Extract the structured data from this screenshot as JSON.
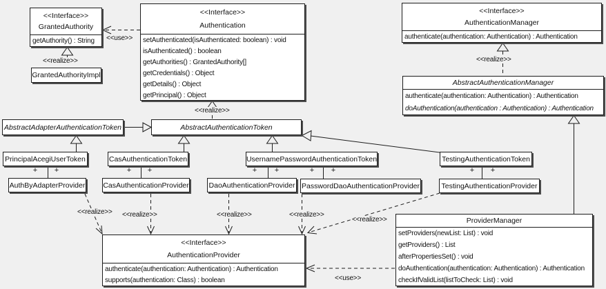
{
  "colors": {
    "background": "#f0f0f0",
    "box_fill": "#ffffff",
    "box_border": "#1c1c1c",
    "line": "#1c1c1c"
  },
  "multiplicity_marker": "+",
  "classes": [
    {
      "id": "granted-authority",
      "stereotype": "<<Interface>>",
      "name": "GrantedAuthority",
      "abstract": false,
      "methods": [
        "getAuthority() : String"
      ]
    },
    {
      "id": "authentication",
      "stereotype": "<<Interface>>",
      "name": "Authentication",
      "abstract": false,
      "methods": [
        "setAuthenticated(isAuthenticated: boolean) : void",
        "isAuthenticated() : boolean",
        "getAuthorities() : GrantedAuthority[]",
        "getCredentials() : Object",
        "getDetails() : Object",
        "getPrincipal() : Object"
      ]
    },
    {
      "id": "authentication-manager",
      "stereotype": "<<Interface>>",
      "name": "AuthenticationManager",
      "abstract": false,
      "methods": [
        "authenticate(authentication: Authentication) : Authentication"
      ]
    },
    {
      "id": "granted-authority-impl",
      "name": "GrantedAuthorityImpl",
      "abstract": false,
      "methods": []
    },
    {
      "id": "abstract-authentication-manager",
      "name": "AbstractAuthenticationManager",
      "abstract": true,
      "methods": [
        "authenticate(authentication: Authentication) : Authentication",
        "doAuthentication(authentication : Authentication) : Authentication"
      ],
      "italic_methods": [
        1
      ]
    },
    {
      "id": "abstract-adapter-authentication-token",
      "name": "AbstractAdapterAuthenticationToken",
      "abstract": true,
      "methods": []
    },
    {
      "id": "abstract-authentication-token",
      "name": "AbstractAuthenticationToken",
      "abstract": true,
      "methods": []
    },
    {
      "id": "principal-acegi-user-token",
      "name": "PrincipalAcegiUserToken",
      "abstract": false,
      "methods": []
    },
    {
      "id": "cas-authentication-token",
      "name": "CasAuthenticationToken",
      "abstract": false,
      "methods": []
    },
    {
      "id": "username-password-authentication-token",
      "name": "UsernamePasswordAuthenticationToken",
      "abstract": false,
      "methods": []
    },
    {
      "id": "testing-authentication-token",
      "name": "TestingAuthenticationToken",
      "abstract": false,
      "methods": []
    },
    {
      "id": "auth-by-adapter-provider",
      "name": "AuthByAdapterProvider",
      "abstract": false,
      "methods": []
    },
    {
      "id": "cas-authentication-provider",
      "name": "CasAuthenticationProvider",
      "abstract": false,
      "methods": []
    },
    {
      "id": "dao-authentication-provider",
      "name": "DaoAuthenticationProvider",
      "abstract": false,
      "methods": []
    },
    {
      "id": "password-dao-authentication-provider",
      "name": "PasswordDaoAuthenticationProvider",
      "abstract": false,
      "methods": []
    },
    {
      "id": "testing-authentication-provider",
      "name": "TestingAuthenticationProvider",
      "abstract": false,
      "methods": []
    },
    {
      "id": "authentication-provider",
      "stereotype": "<<Interface>>",
      "name": "AuthenticationProvider",
      "abstract": false,
      "methods": [
        "authenticate(authentication: Authentication) : Authentication",
        "supports(authentication: Class) : boolean"
      ]
    },
    {
      "id": "provider-manager",
      "name": "ProviderManager",
      "abstract": false,
      "methods": [
        "setProviders(newList: List) : void",
        "getProviders() : List",
        "afterPropertiesSet() : void",
        "doAuthentication(authentication: Authentication) : Authentication",
        "checkIfValidList(listToCheck: List) : void"
      ]
    }
  ],
  "edge_labels": [
    {
      "id": "use-granted-authority",
      "text": "<<use>>"
    },
    {
      "id": "realize-granted-authority",
      "text": "<<realize>>"
    },
    {
      "id": "realize-authentication",
      "text": "<<realize>>"
    },
    {
      "id": "realize-authentication-manager",
      "text": "<<realize>>"
    },
    {
      "id": "realize-auth-by-adapter",
      "text": "<<realize>>"
    },
    {
      "id": "realize-cas-provider",
      "text": "<<realize>>"
    },
    {
      "id": "realize-dao-provider",
      "text": "<<realize>>"
    },
    {
      "id": "realize-password-dao-provider",
      "text": "<<realize>>"
    },
    {
      "id": "realize-testing-provider",
      "text": "<<realize>>"
    },
    {
      "id": "use-authentication-provider",
      "text": "<<use>>"
    }
  ],
  "relationships": [
    {
      "from": "Authentication",
      "to": "GrantedAuthority",
      "type": "use"
    },
    {
      "from": "GrantedAuthorityImpl",
      "to": "GrantedAuthority",
      "type": "realize"
    },
    {
      "from": "AbstractAuthenticationToken",
      "to": "Authentication",
      "type": "realize"
    },
    {
      "from": "AbstractAuthenticationManager",
      "to": "AuthenticationManager",
      "type": "realize"
    },
    {
      "from": "AbstractAdapterAuthenticationToken",
      "to": "AbstractAuthenticationToken",
      "type": "generalization"
    },
    {
      "from": "PrincipalAcegiUserToken",
      "to": "AbstractAdapterAuthenticationToken",
      "type": "generalization"
    },
    {
      "from": "CasAuthenticationToken",
      "to": "AbstractAuthenticationToken",
      "type": "generalization"
    },
    {
      "from": "UsernamePasswordAuthenticationToken",
      "to": "AbstractAuthenticationToken",
      "type": "generalization"
    },
    {
      "from": "TestingAuthenticationToken",
      "to": "AbstractAuthenticationToken",
      "type": "generalization"
    },
    {
      "from": "ProviderManager",
      "to": "AbstractAuthenticationManager",
      "type": "generalization"
    },
    {
      "from": "PrincipalAcegiUserToken",
      "to": "AuthByAdapterProvider",
      "type": "association"
    },
    {
      "from": "CasAuthenticationToken",
      "to": "CasAuthenticationProvider",
      "type": "association"
    },
    {
      "from": "UsernamePasswordAuthenticationToken",
      "to": "DaoAuthenticationProvider",
      "type": "association"
    },
    {
      "from": "UsernamePasswordAuthenticationToken",
      "to": "PasswordDaoAuthenticationProvider",
      "type": "association"
    },
    {
      "from": "TestingAuthenticationToken",
      "to": "TestingAuthenticationProvider",
      "type": "association"
    },
    {
      "from": "AuthByAdapterProvider",
      "to": "AuthenticationProvider",
      "type": "realize"
    },
    {
      "from": "CasAuthenticationProvider",
      "to": "AuthenticationProvider",
      "type": "realize"
    },
    {
      "from": "DaoAuthenticationProvider",
      "to": "AuthenticationProvider",
      "type": "realize"
    },
    {
      "from": "PasswordDaoAuthenticationProvider",
      "to": "AuthenticationProvider",
      "type": "realize"
    },
    {
      "from": "ProviderManager",
      "to": "AuthenticationProvider",
      "type": "use"
    }
  ]
}
